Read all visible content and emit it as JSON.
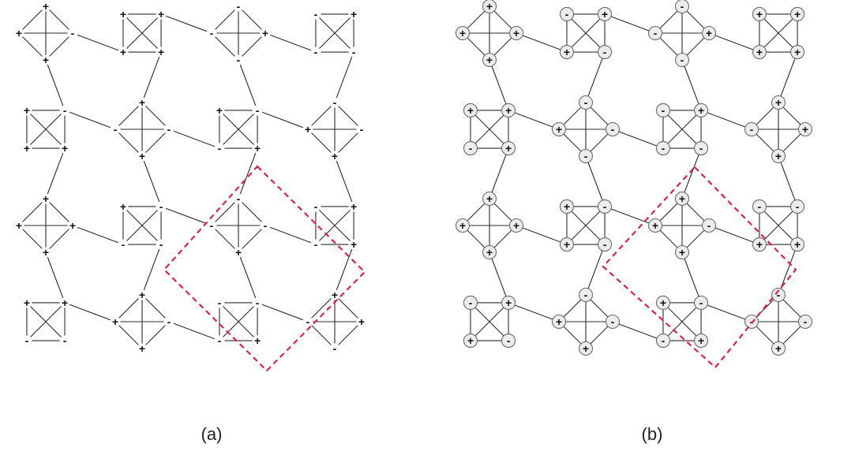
{
  "figure": {
    "panels": [
      {
        "label": "(a)",
        "node_style": "plain",
        "dashed_boundary": true
      },
      {
        "label": "(b)",
        "node_style": "circled",
        "dashed_boundary": true
      }
    ],
    "signs": {
      "plus": "+",
      "minus": "-"
    },
    "colors": {
      "edge": "#2b2b2b",
      "boundary": "#d8234a",
      "node_fill": "#ececec",
      "node_stroke": "#6b6b6b",
      "sign": "#111111"
    },
    "lattice": "square-octagon lattice of tetrahedral clusters (each cluster of four sites fully connected); every site labeled + or -"
  }
}
